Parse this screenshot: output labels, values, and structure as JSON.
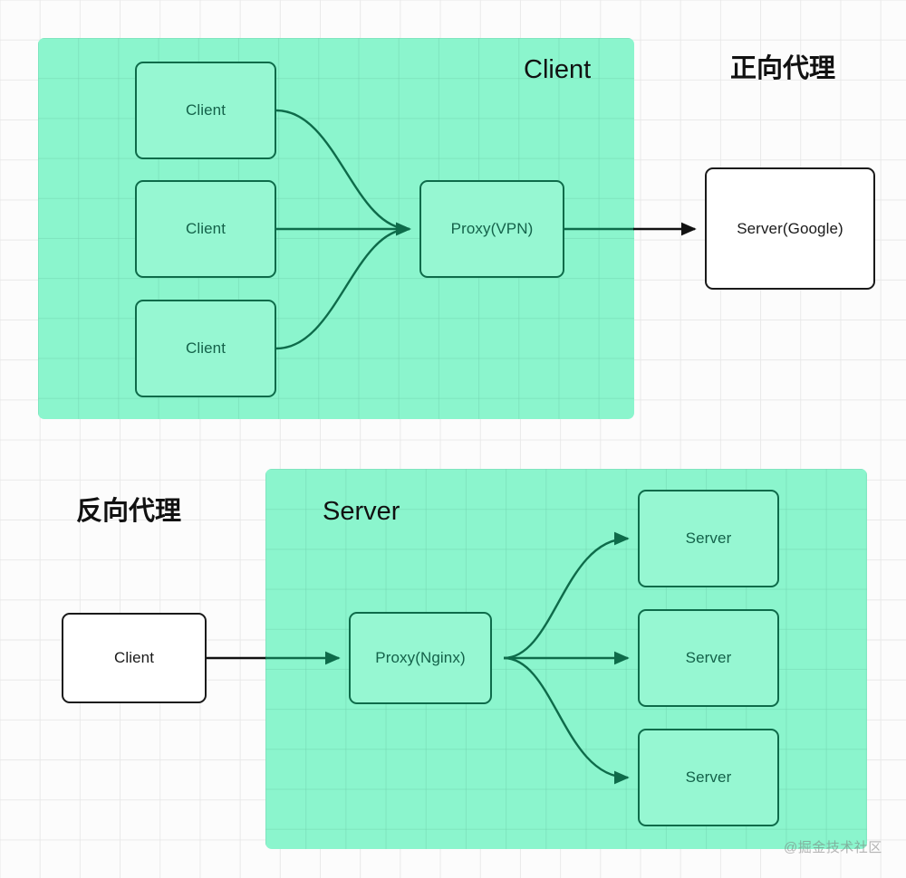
{
  "diagram": {
    "title_forward": "正向代理",
    "title_reverse": "反向代理",
    "colors": {
      "panel_fill": "#8bf5cd",
      "node_fill_green": "#96f7d2",
      "node_border_green": "#0e6b4a",
      "node_text_green": "#14624a",
      "node_fill_white": "#ffffff",
      "node_border_black": "#1a1a1a",
      "edge_green": "#0e6b4a",
      "edge_black": "#111111",
      "page_bg": "#fcfcfc",
      "grid_line": "#e9e9e9"
    }
  },
  "forward": {
    "panel_label": "Client",
    "heading": "正向代理",
    "clients": [
      {
        "label": "Client"
      },
      {
        "label": "Client"
      },
      {
        "label": "Client"
      }
    ],
    "proxy": {
      "label": "Proxy(VPN)"
    },
    "server": {
      "label": "Server(Google)"
    }
  },
  "reverse": {
    "panel_label": "Server",
    "heading": "反向代理",
    "client": {
      "label": "Client"
    },
    "proxy": {
      "label": "Proxy(Nginx)"
    },
    "servers": [
      {
        "label": "Server"
      },
      {
        "label": "Server"
      },
      {
        "label": "Server"
      }
    ]
  },
  "watermark": {
    "text": "@掘金技术社区"
  }
}
